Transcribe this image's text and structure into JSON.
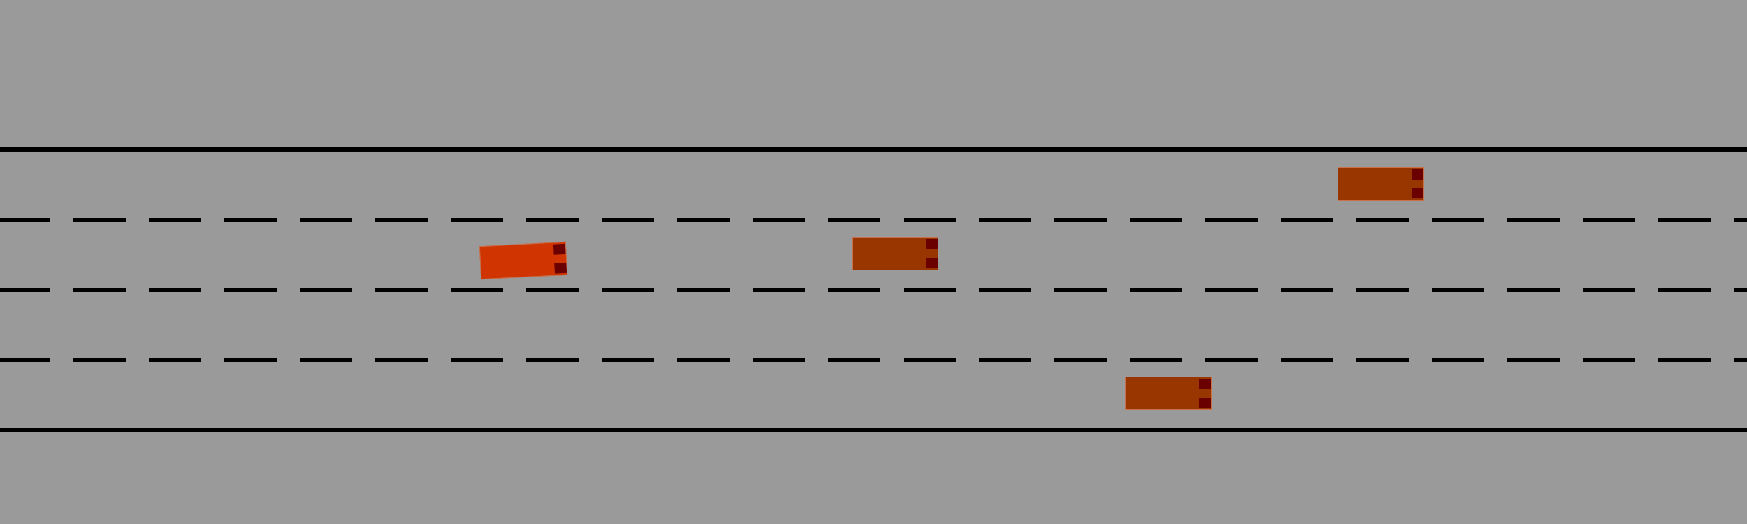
{
  "colors": {
    "road": "#9a9a9a",
    "lane_marking": "#000000",
    "ego_vehicle": "#d03400",
    "other_vehicle": "#993600",
    "tail_light": "#6b0000"
  },
  "road": {
    "lane_count": 4,
    "edge_style": "solid",
    "divider_style": "dashed"
  },
  "vehicles": [
    {
      "role": "ego",
      "lane": 2,
      "heading_deg": -3
    },
    {
      "role": "other",
      "lane": 2,
      "heading_deg": 0
    },
    {
      "role": "other",
      "lane": 1,
      "heading_deg": 0
    },
    {
      "role": "other",
      "lane": 4,
      "heading_deg": 0
    }
  ]
}
